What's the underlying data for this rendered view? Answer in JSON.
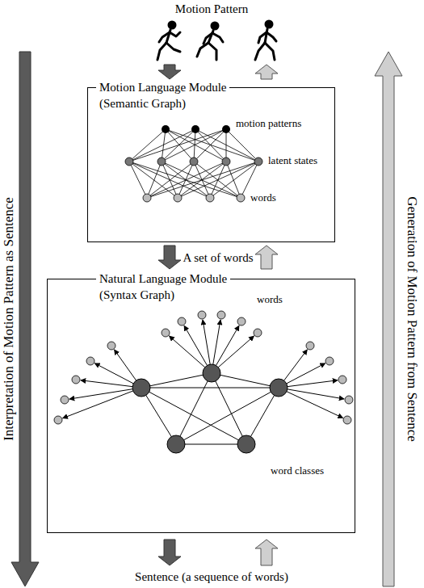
{
  "diagram": {
    "nodes": [
      {
        "text": [
          "Motion Language Module",
          "(Semantic Graph)"
        ]
      },
      {
        "text": [
          "Natural Language Module",
          "(Syntax Graph)"
        ]
      }
    ],
    "edges": [
      {
        "from": 0,
        "to": 1,
        "arrow": "to"
      },
      {
        "from": 1,
        "to": 0,
        "arrow": "to"
      }
    ],
    "labels": [
      "Motion Pattern",
      "Interpretation of Motion Pattern as Sentence",
      "Generation of Motion Pattern from Sentence",
      "motion patterns",
      "latent states",
      "words",
      "A set of words",
      "words",
      "word classes",
      "Sentence (a sequence of words)"
    ]
  }
}
